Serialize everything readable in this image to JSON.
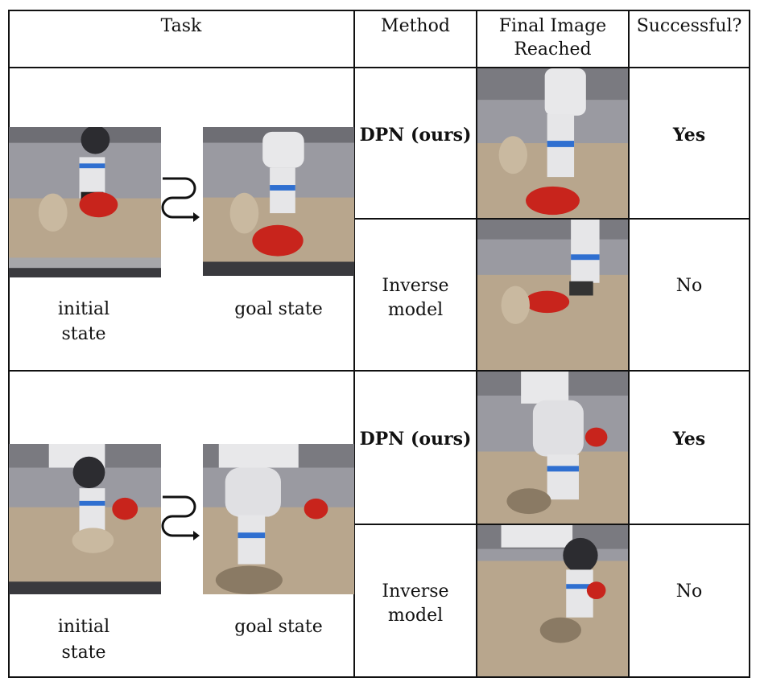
{
  "header": {
    "task": "Task",
    "method": "Method",
    "final_image": [
      "Final Image",
      "Reached"
    ],
    "successful": "Successful?"
  },
  "rows": [
    {
      "task": {
        "initial_label": [
          "initial",
          "state"
        ],
        "goal_label": "goal state"
      },
      "results": [
        {
          "method": "DPN (ours)",
          "method_bold": true,
          "success": "Yes",
          "success_bold": true
        },
        {
          "method": [
            "Inverse",
            "model"
          ],
          "method_bold": false,
          "success": "No",
          "success_bold": false
        }
      ]
    },
    {
      "task": {
        "initial_label": [
          "initial",
          "state"
        ],
        "goal_label": "goal state"
      },
      "results": [
        {
          "method": "DPN (ours)",
          "method_bold": true,
          "success": "Yes",
          "success_bold": true
        },
        {
          "method": [
            "Inverse",
            "model"
          ],
          "method_bold": false,
          "success": "No",
          "success_bold": false
        }
      ]
    }
  ],
  "colors": {
    "floor": "#b7a58c",
    "wall": "#8f8f94",
    "robot": "#e8e8ea",
    "band": "#2f6fd0",
    "toy_red": "#c8241c",
    "toy_beige": "#c9b9a0"
  }
}
